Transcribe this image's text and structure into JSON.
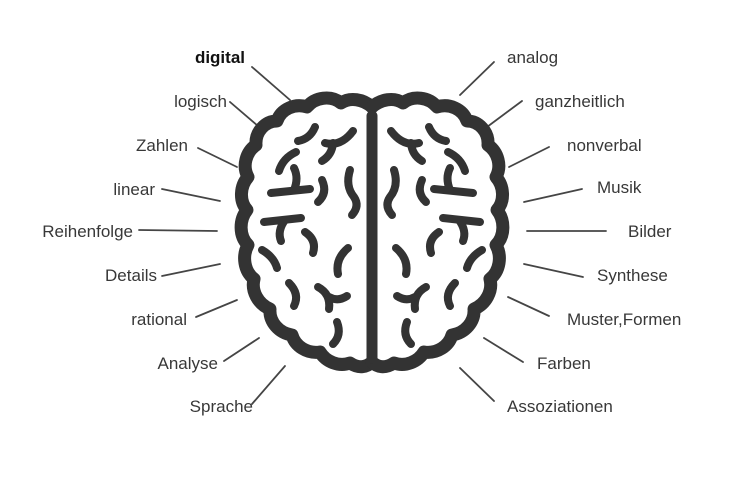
{
  "diagram": {
    "title": "brain-hemispheres-functions-mindmap",
    "icon": "brain-top-view-icon",
    "colors": {
      "background": "#ffffff",
      "brain": "#333333",
      "connector_line": "#454545",
      "label_text": "#383838",
      "emphasis_text": "#111111"
    },
    "left_labels": [
      {
        "text": "digital",
        "emphasis": true
      },
      {
        "text": "logisch"
      },
      {
        "text": "Zahlen"
      },
      {
        "text": "linear"
      },
      {
        "text": "Reihenfolge"
      },
      {
        "text": "Details"
      },
      {
        "text": "rational"
      },
      {
        "text": "Analyse"
      },
      {
        "text": "Sprache"
      }
    ],
    "right_labels": [
      {
        "text": "analog"
      },
      {
        "text": "ganzheitlich"
      },
      {
        "text": "nonverbal"
      },
      {
        "text": "Musik"
      },
      {
        "text": "Bilder"
      },
      {
        "text": "Synthese"
      },
      {
        "text": "Muster,Formen"
      },
      {
        "text": "Farben"
      },
      {
        "text": "Assoziationen"
      }
    ]
  }
}
